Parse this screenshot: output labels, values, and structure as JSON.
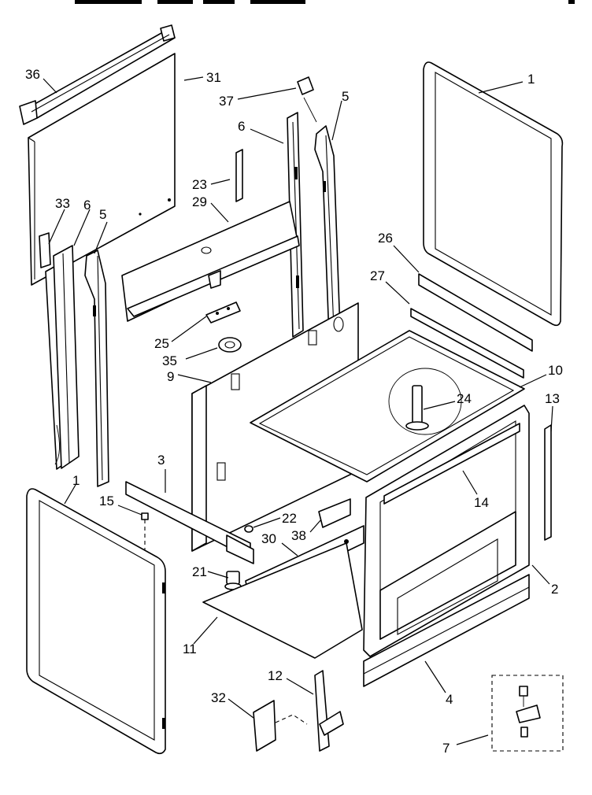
{
  "diagram": {
    "callouts": {
      "c1_top": "1",
      "c1_left": "1",
      "c2": "2",
      "c3": "3",
      "c4": "4",
      "c5_top": "5",
      "c5_left": "5",
      "c6_top": "6",
      "c6_left": "6",
      "c7": "7",
      "c9": "9",
      "c10": "10",
      "c11": "11",
      "c12": "12",
      "c13": "13",
      "c14": "14",
      "c15": "15",
      "c21": "21",
      "c22": "22",
      "c23": "23",
      "c24": "24",
      "c25": "25",
      "c26": "26",
      "c27": "27",
      "c29": "29",
      "c30": "30",
      "c31": "31",
      "c32": "32",
      "c33": "33",
      "c35": "35",
      "c36": "36",
      "c37": "37",
      "c38": "38"
    }
  }
}
